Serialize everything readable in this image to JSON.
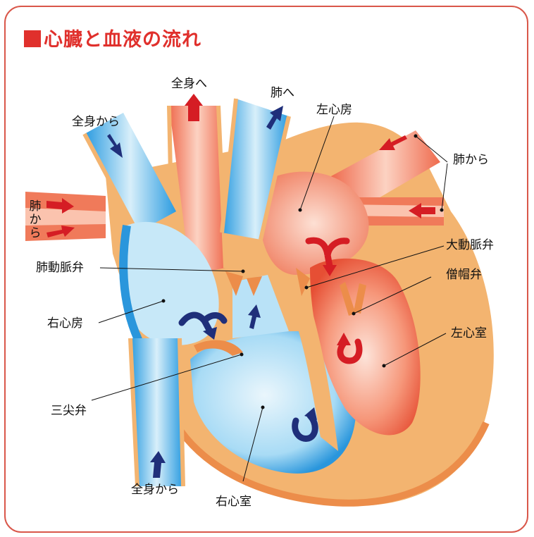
{
  "title": "心臓と血液の流れ",
  "colors": {
    "frame": "#d9574a",
    "title": "#e0302c",
    "arrow_red": "#d51d24",
    "arrow_blue": "#1f2f7a",
    "vein_blue": "#7fc8f0",
    "artery_red": "#f07a5a",
    "muscle_orange": "#f3b470"
  },
  "labels": {
    "to_body": "全身へ",
    "to_lungs": "肺へ",
    "from_body_top": "全身から",
    "left_atrium": "左心房",
    "from_lungs_right": "肺から",
    "from_lungs_left": [
      "肺",
      "か",
      "ら"
    ],
    "aortic_valve": "大動脈弁",
    "pulmonary_valve": "肺動脈弁",
    "mitral_valve": "僧帽弁",
    "right_atrium": "右心房",
    "left_ventricle": "左心室",
    "tricuspid_valve": "三尖弁",
    "from_body_bottom": "全身から",
    "right_ventricle": "右心室"
  }
}
